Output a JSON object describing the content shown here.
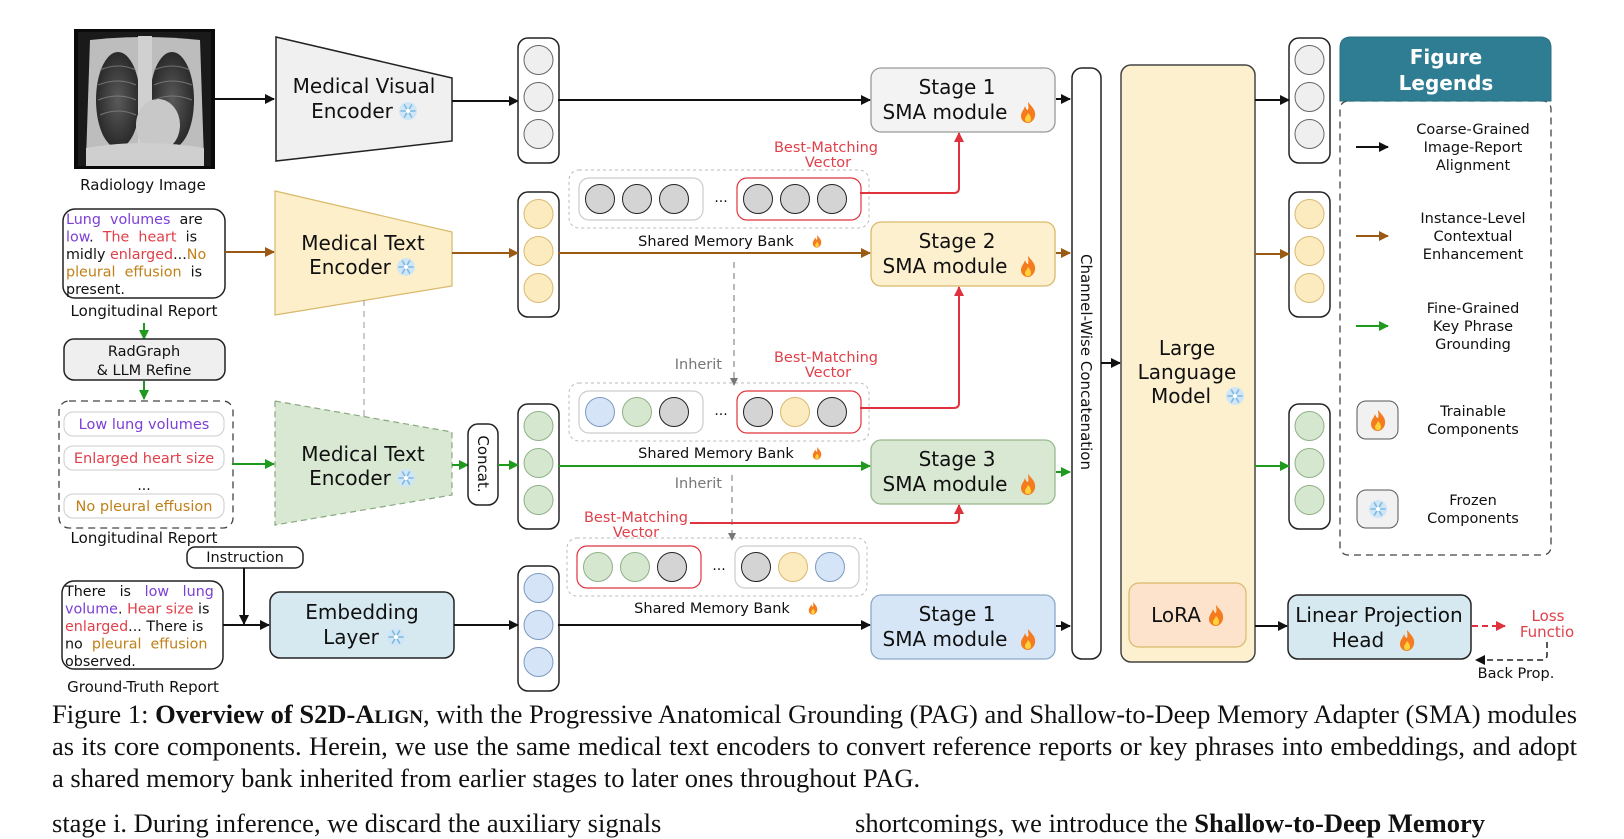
{
  "colors": {
    "black_flow": "#111111",
    "brown_flow": "#9a5a14",
    "green_flow": "#1f9a1f",
    "red_flow": "#e0323c",
    "gray_dash": "#8a8a8a",
    "visual_encoder_fill": "#f0f0f0",
    "text_encoder_fill": "#fdefc9",
    "phrase_encoder_fill": "#d8e8d2",
    "embedding_fill": "#d6e9f0",
    "stage1_fill": "#f3f3f3",
    "stage2_fill": "#fdf0cf",
    "stage3_fill": "#d8e8d2",
    "stage1b_fill": "#d7e6f6",
    "llm_fill": "#fdf0cf",
    "lora_fill": "#fde3cc",
    "legend_header": "#2e7d92",
    "token_gray": "#d4d4d4",
    "token_light": "#efefef",
    "token_yellow": "#fdebc0",
    "token_green": "#d5e8cf",
    "token_blue": "#d5e4f6",
    "purple_text": "#7c3fd6",
    "red_text": "#e0404a",
    "orange_text": "#c08018"
  },
  "inputs": {
    "radiology_image_label": "Radiology Image",
    "longitudinal_report_label": "Longitudinal Report",
    "longitudinal_report_lines": [
      [
        {
          "t": "Lung  volumes",
          "c": "purple"
        },
        {
          "t": "  are",
          "c": "black"
        }
      ],
      [
        {
          "t": "low",
          "c": "purple"
        },
        {
          "t": ".  ",
          "c": "black"
        },
        {
          "t": "The  heart",
          "c": "red"
        },
        {
          "t": "  is",
          "c": "black"
        }
      ],
      [
        {
          "t": "midly ",
          "c": "black"
        },
        {
          "t": "enlarged",
          "c": "red"
        },
        {
          "t": "...",
          "c": "black"
        },
        {
          "t": "No",
          "c": "orange"
        }
      ],
      [
        {
          "t": "pleural  effusion",
          "c": "orange"
        },
        {
          "t": "  is",
          "c": "black"
        }
      ],
      [
        {
          "t": "present.",
          "c": "black"
        }
      ]
    ],
    "radgraph_label_line1": "RadGraph",
    "radgraph_label_line2": "& LLM Refine",
    "key_phrases": [
      {
        "text": "Low lung volumes",
        "c": "purple"
      },
      {
        "text": "Enlarged heart size",
        "c": "red"
      },
      {
        "text": "...",
        "c": "black"
      },
      {
        "text": "No pleural effusion",
        "c": "orange"
      }
    ],
    "key_phrases_label": "Longitudinal Report",
    "instruction_label": "Instruction",
    "ground_truth_label": "Ground-Truth Report",
    "ground_truth_lines": [
      [
        {
          "t": "There   is   ",
          "c": "black"
        },
        {
          "t": "low   lung",
          "c": "purple"
        }
      ],
      [
        {
          "t": "volume",
          "c": "purple"
        },
        {
          "t": ". ",
          "c": "black"
        },
        {
          "t": "Hear size",
          "c": "red"
        },
        {
          "t": " is",
          "c": "black"
        }
      ],
      [
        {
          "t": "enlarged",
          "c": "red"
        },
        {
          "t": "... There is",
          "c": "black"
        }
      ],
      [
        {
          "t": "no  ",
          "c": "black"
        },
        {
          "t": "pleural  effusion",
          "c": "orange"
        }
      ],
      [
        {
          "t": "observed.",
          "c": "black"
        }
      ]
    ]
  },
  "encoders": {
    "visual": {
      "line1": "Medical Visual",
      "line2": "Encoder",
      "state": "frozen"
    },
    "text": {
      "line1": "Medical Text",
      "line2": "Encoder",
      "state": "frozen"
    },
    "phrase": {
      "line1": "Medical Text",
      "line2": "Encoder",
      "state": "frozen"
    },
    "embedding": {
      "line1": "Embedding",
      "line2": "Layer",
      "state": "frozen"
    },
    "concat_label": "Concat."
  },
  "memory": {
    "shared_bank_label": "Shared Memory Bank",
    "best_matching_line1": "Best-Matching",
    "best_matching_line2": "Vector",
    "inherit_label": "Inherit",
    "ellipsis": "...",
    "banks": [
      {
        "left": [
          "gray",
          "gray",
          "gray"
        ],
        "right": [
          "gray",
          "gray",
          "gray"
        ],
        "best": "right"
      },
      {
        "left": [
          "blue",
          "green",
          "gray"
        ],
        "right": [
          "gray",
          "yellow",
          "gray"
        ],
        "best": "right"
      },
      {
        "left": [
          "green",
          "green",
          "gray"
        ],
        "right": [
          "gray",
          "yellow",
          "blue"
        ],
        "best": "left"
      }
    ]
  },
  "sma_modules": [
    {
      "line1": "Stage 1",
      "line2": "SMA module",
      "state": "trainable"
    },
    {
      "line1": "Stage 2",
      "line2": "SMA module",
      "state": "trainable"
    },
    {
      "line1": "Stage 3",
      "line2": "SMA module",
      "state": "trainable"
    },
    {
      "line1": "Stage 1",
      "line2": "SMA module",
      "state": "trainable"
    }
  ],
  "fusion": {
    "channel_concat_label": "Channel-Wise Concatenation",
    "llm_line1": "Large",
    "llm_line2": "Language",
    "llm_line3": "Model",
    "lora_label": "LoRA",
    "projection_line1": "Linear Projection",
    "projection_line2": "Head",
    "loss_line1": "Loss",
    "loss_line2": "Functio",
    "backprop_label": "Back Prop."
  },
  "legend": {
    "title_line1": "Figure",
    "title_line2": "Legends",
    "items": [
      {
        "kind": "arrow",
        "color": "black",
        "lines": [
          "Coarse-Grained",
          "Image-Report",
          "Alignment"
        ]
      },
      {
        "kind": "arrow",
        "color": "brown",
        "lines": [
          "Instance-Level",
          "Contextual",
          "Enhancement"
        ]
      },
      {
        "kind": "arrow",
        "color": "green",
        "lines": [
          "Fine-Grained",
          "Key Phrase",
          "Grounding"
        ]
      },
      {
        "kind": "icon",
        "icon": "fire",
        "lines": [
          "Trainable",
          "Components"
        ]
      },
      {
        "kind": "icon",
        "icon": "snowflake",
        "lines": [
          "Frozen",
          "Components"
        ]
      }
    ]
  },
  "caption": {
    "label": "Figure 1:",
    "bold": "Overview of S2D-A",
    "smallcaps": "lign",
    "rest": ", with the Progressive Anatomical Grounding (PAG) and Shallow-to-Deep Memory Adapter (SMA) modules as its core components. Herein, we use the same medical text encoders to convert reference reports or key phrases into embeddings, and adopt a shared memory bank inherited from earlier stages to later ones throughout PAG."
  },
  "body_text": {
    "left": "stage i. During inference, we discard the auxiliary signals",
    "right_prefix": "shortcomings, we introduce the ",
    "right_bold": "Shallow-to-Deep Memory"
  }
}
